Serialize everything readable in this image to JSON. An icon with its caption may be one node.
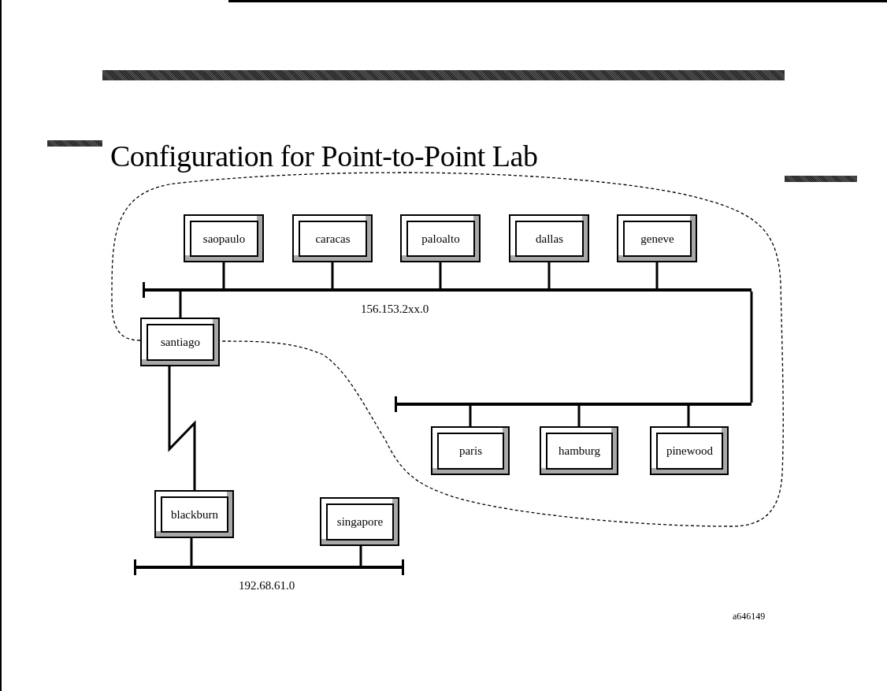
{
  "diagram": {
    "title": "Configuration for Point-to-Point Lab",
    "nodes": [
      {
        "text": [
          "saopaulo"
        ]
      },
      {
        "text": [
          "caracas"
        ]
      },
      {
        "text": [
          "paloalto"
        ]
      },
      {
        "text": [
          "dallas"
        ]
      },
      {
        "text": [
          "geneve"
        ]
      },
      {
        "text": [],
        "shape": "bar",
        "beside": [
          "156.153.2xx.0"
        ]
      },
      {
        "text": [
          "santiago"
        ]
      },
      {
        "text": [],
        "shape": "bar"
      },
      {
        "text": [
          "paris"
        ]
      },
      {
        "text": [
          "hamburg"
        ]
      },
      {
        "text": [
          "pinewood"
        ]
      },
      {
        "text": [
          "blackburn"
        ]
      },
      {
        "text": [
          "singapore"
        ]
      },
      {
        "text": [],
        "shape": "bar",
        "beside": [
          "192.68.61.0"
        ]
      }
    ],
    "edges": [
      {
        "from": 0,
        "to": 5,
        "arrow": "none"
      },
      {
        "from": 1,
        "to": 5,
        "arrow": "none"
      },
      {
        "from": 2,
        "to": 5,
        "arrow": "none"
      },
      {
        "from": 3,
        "to": 5,
        "arrow": "none"
      },
      {
        "from": 4,
        "to": 5,
        "arrow": "none"
      },
      {
        "from": 6,
        "to": 5,
        "arrow": "none"
      },
      {
        "from": 5,
        "to": 7,
        "arrow": "none"
      },
      {
        "from": 8,
        "to": 7,
        "arrow": "none"
      },
      {
        "from": 9,
        "to": 7,
        "arrow": "none"
      },
      {
        "from": 10,
        "to": 7,
        "arrow": "none"
      },
      {
        "from": 6,
        "to": 11,
        "arrow": "none"
      },
      {
        "from": 11,
        "to": 13,
        "arrow": "none"
      },
      {
        "from": 12,
        "to": 13,
        "arrow": "none"
      }
    ],
    "labels": [
      "a646149"
    ]
  }
}
